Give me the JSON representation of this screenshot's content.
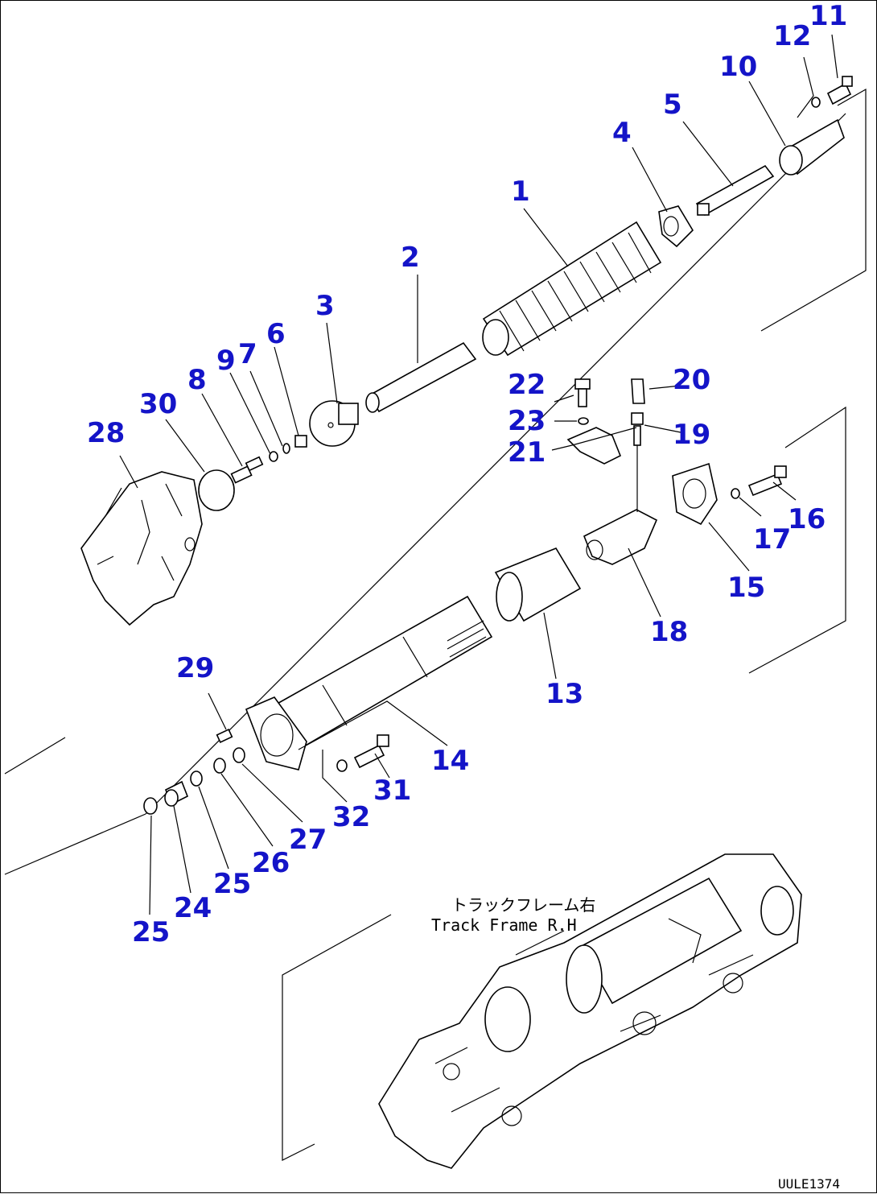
{
  "parts": [
    {
      "num": "1"
    },
    {
      "num": "2"
    },
    {
      "num": "3"
    },
    {
      "num": "4"
    },
    {
      "num": "5"
    },
    {
      "num": "6"
    },
    {
      "num": "7"
    },
    {
      "num": "8"
    },
    {
      "num": "9"
    },
    {
      "num": "10"
    },
    {
      "num": "11"
    },
    {
      "num": "12"
    },
    {
      "num": "13"
    },
    {
      "num": "14"
    },
    {
      "num": "15"
    },
    {
      "num": "16"
    },
    {
      "num": "17"
    },
    {
      "num": "18"
    },
    {
      "num": "19"
    },
    {
      "num": "20"
    },
    {
      "num": "21"
    },
    {
      "num": "22"
    },
    {
      "num": "23"
    },
    {
      "num": "24"
    },
    {
      "num": "25"
    },
    {
      "num": "25"
    },
    {
      "num": "26"
    },
    {
      "num": "27"
    },
    {
      "num": "28"
    },
    {
      "num": "29"
    },
    {
      "num": "30"
    },
    {
      "num": "31"
    },
    {
      "num": "32"
    }
  ],
  "inset": {
    "caption_jp": "トラックフレーム右",
    "caption_en": "Track Frame R.H"
  },
  "drawing_code": "UULE1374",
  "colors": {
    "part_number": "#1414c8",
    "linework": "#000000"
  }
}
